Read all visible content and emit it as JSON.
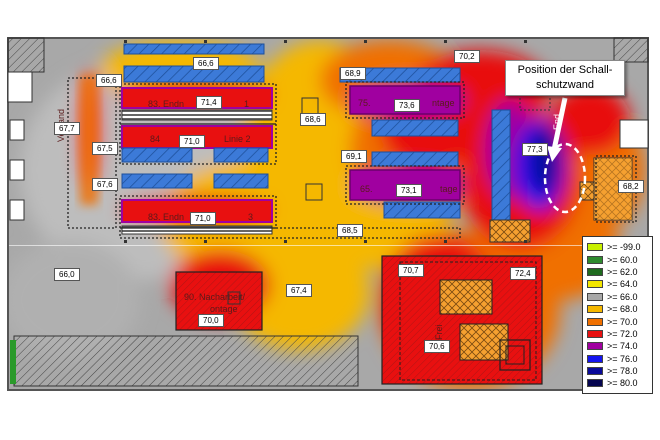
{
  "callout": {
    "line1": "Position der Schall-",
    "line2": "schutzwand"
  },
  "zones": {
    "z83_top": "83. Endn",
    "z83_top_num": "1",
    "z84_mid": "84 ",
    "z84_mid_suffix": "Linie 2",
    "z83_bottom": "83. Endn",
    "z83_bottom_num": "3",
    "z75": "75. ",
    "z75_suffix": "ntage",
    "z65": "65. ",
    "z65_suffix": "tage",
    "versand": "Versand",
    "zone90_line1": "90. Nacharbeit/",
    "zone90_line2": "ontage",
    "z_right": "End",
    "z_right_mid": "Frei"
  },
  "values": {
    "v66_6a": "66,6",
    "v66_6b": "66,6",
    "v68_9": "68,9",
    "v70_2": "70,2",
    "v67_7": "67,7",
    "v71_4": "71,4",
    "v73_6": "73,6",
    "v68_6": "68,6",
    "v67_5": "67,5",
    "v71_0a": "71,0",
    "v69_1": "69,1",
    "v77_3": "77,3",
    "v67_6": "67,6",
    "v73_1": "73,1",
    "v68_2": "68,2",
    "v71_0b": "71,0",
    "v68_5": "68,5",
    "v66_0": "66,0",
    "v70_7": "70,7",
    "v72_4": "72,4",
    "v67_4": "67,4",
    "v70_0": "70,0",
    "v70_6": "70,6"
  },
  "legend": [
    {
      "label": ">= -99.0",
      "color": "#c8f000"
    },
    {
      "label": ">= 60.0",
      "color": "#2e8b2e"
    },
    {
      "label": ">= 62.0",
      "color": "#1f6b1f"
    },
    {
      "label": ">= 64.0",
      "color": "#f4e600"
    },
    {
      "label": ">= 66.0",
      "color": "#a8a8a8"
    },
    {
      "label": ">= 68.0",
      "color": "#f5b800"
    },
    {
      "label": ">= 70.0",
      "color": "#f07000"
    },
    {
      "label": ">= 72.0",
      "color": "#e81010"
    },
    {
      "label": ">= 74.0",
      "color": "#a000a0"
    },
    {
      "label": ">= 76.0",
      "color": "#1414f0"
    },
    {
      "label": ">= 78.0",
      "color": "#0a0a9a"
    },
    {
      "label": ">= 80.0",
      "color": "#050550"
    }
  ]
}
